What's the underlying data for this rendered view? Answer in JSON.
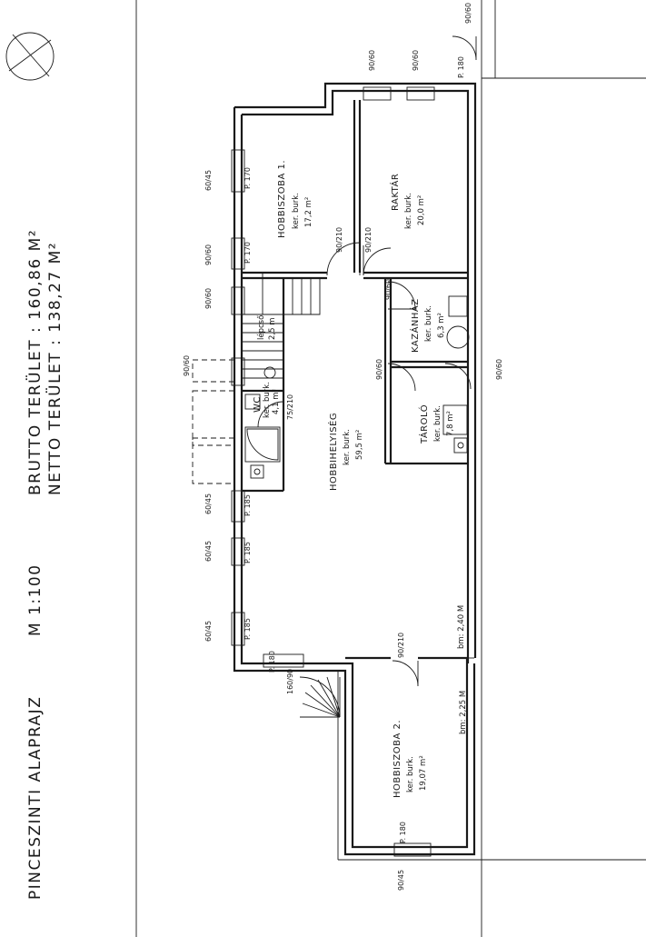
{
  "titles": {
    "plan_title": "PINCESZINTI   ALAPRAJZ",
    "scale": "M 1:100",
    "gross_area": "BRUTTO TERÜLET : 160,86 M²",
    "net_area": "NETTO TERÜLET : 138,27 M²"
  },
  "rooms": {
    "hobbiszoba1": {
      "name": "HOBBISZOBA 1.",
      "floor": "ker. burk.",
      "area": "17,2 m²"
    },
    "raktar": {
      "name": "RAKTÁR",
      "floor": "ker. burk.",
      "area": "20,0 m²"
    },
    "kazanhaz": {
      "name": "KAZÁNHÁZ",
      "floor": "ker. burk.",
      "area": "6,3 m²"
    },
    "tarolo": {
      "name": "TÁROLÓ",
      "floor": "ker. burk.",
      "area": "7,8 m²"
    },
    "hobbihelyiseg": {
      "name": "HOBBIHELYISÉG",
      "floor": "ker. burk.",
      "area": "59,5 m²"
    },
    "wc": {
      "name": "WC",
      "floor": "ker. burk.",
      "area": "4,1 m²"
    },
    "hobbiszoba2": {
      "name": "HOBBISZOBA 2.",
      "floor": "ker. burk.",
      "area": "19,07 m²"
    }
  },
  "labels": {
    "stair": "lépcső",
    "stair_dim": "2,5 m",
    "bm_main": "bm: 2,40 M",
    "bm_room2": "bm: 2,25 M"
  },
  "dims": {
    "d90_60": "90/60",
    "d90_210": "90/210",
    "p170": "P. 170",
    "p180": "P. 180",
    "p185": "P. 185",
    "d75_210": "75/210",
    "d60_45": "60/45",
    "d90_45": "90/45",
    "d160_90": "160/90"
  }
}
